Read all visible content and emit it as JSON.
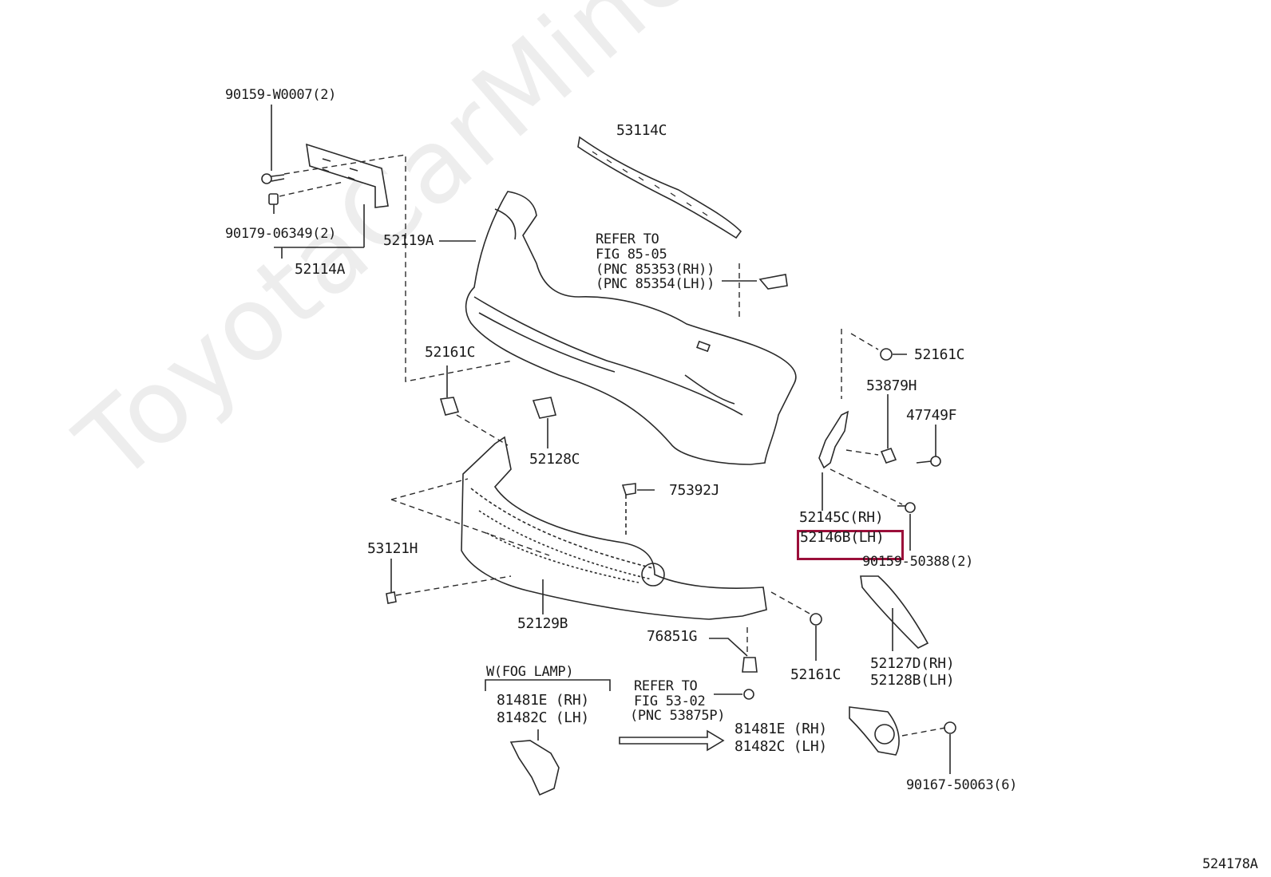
{
  "watermark": "ToyotaCarMine.ru",
  "figure_id": "524178A",
  "highlight_color": "#9b0f3a",
  "labels": {
    "p90159w0007": "90159-W0007(2)",
    "p90179_06349": "90179-06349(2)",
    "p52114A": "52114A",
    "p52119A": "52119A",
    "p53114C": "53114C",
    "refer85_1": "REFER TO",
    "refer85_2": "FIG 85-05",
    "refer85_3": "(PNC 85353(RH))",
    "refer85_4": "(PNC 85354(LH))",
    "p52161C_a": "52161C",
    "p52161C_b": "52161C",
    "p52161C_c": "52161C",
    "p53879H": "53879H",
    "p47749F": "47749F",
    "p52128C": "52128C",
    "p75392J": "75392J",
    "p52145C": "52145C(RH)",
    "p52146B": "52146B(LH)",
    "p90159_50388": "90159-50388(2)",
    "p53121H": "53121H",
    "p52129B": "52129B",
    "p76851G": "76851G",
    "p52127D": "52127D(RH)",
    "p52128B": "52128B(LH)",
    "fog_cond": "W(FOG LAMP)",
    "p81481E_a": "81481E (RH)",
    "p81482C_a": "81482C (LH)",
    "refer53_1": "REFER TO",
    "refer53_2": "FIG 53-02",
    "refer53_3": "(PNC 53875P)",
    "p81481E_b": "81481E (RH)",
    "p81482C_b": "81482C (LH)",
    "p90167_50063": "90167-50063(6)"
  }
}
